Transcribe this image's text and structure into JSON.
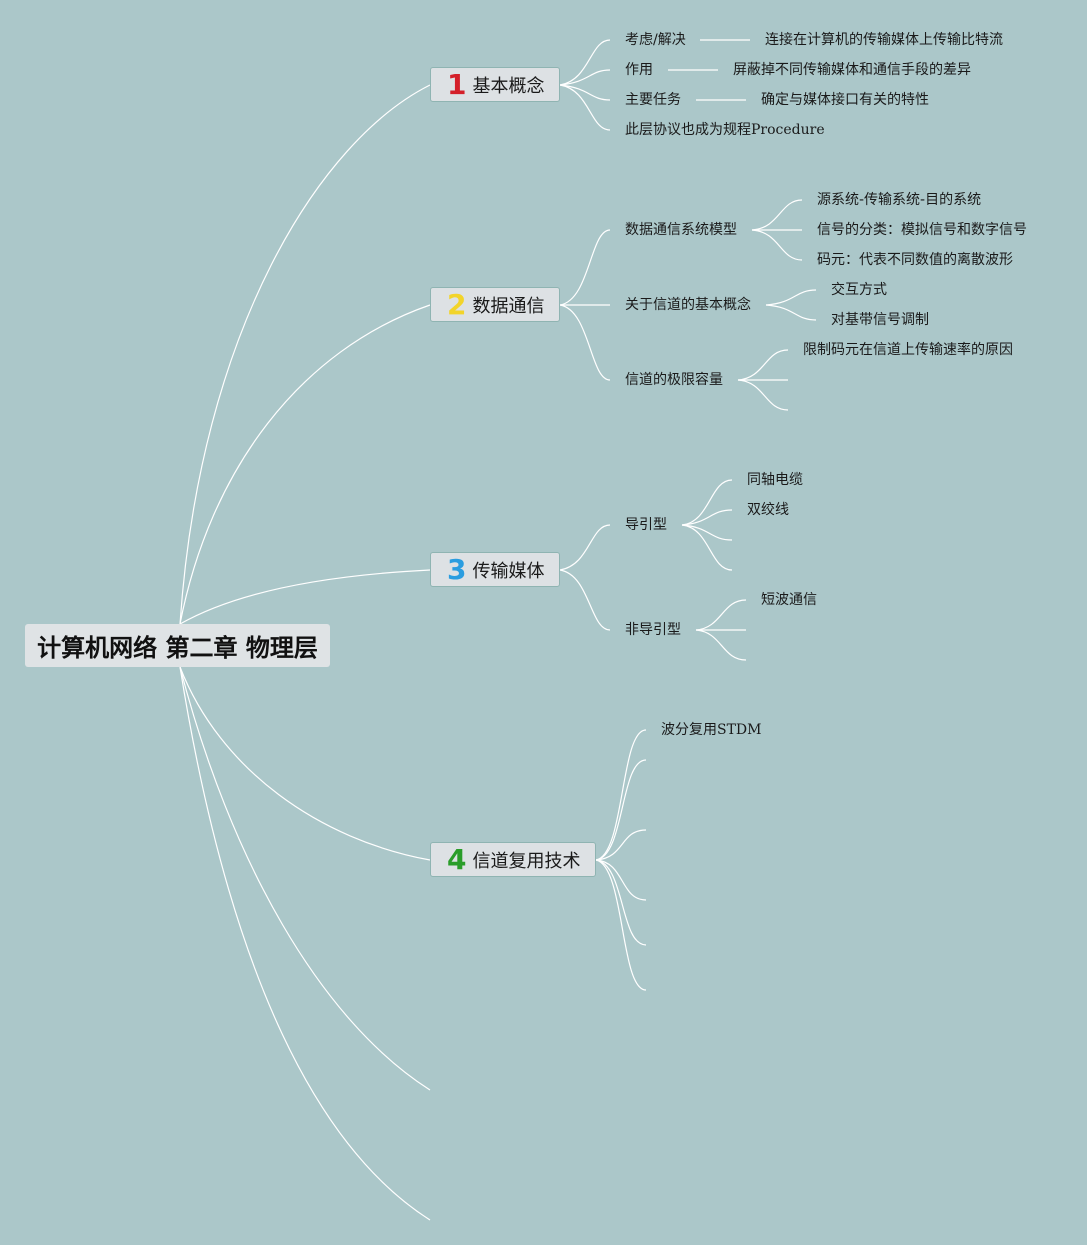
{
  "root": {
    "title": "计算机网络 第二章 物理层"
  },
  "topics": [
    {
      "num": "1",
      "num_color": "#d4202a",
      "label": "基本概念",
      "children": [
        {
          "label": "考虑/解决",
          "detail": "连接在计算机的传输媒体上传输比特流"
        },
        {
          "label": "作用",
          "detail": "屏蔽掉不同传输媒体和通信手段的差异"
        },
        {
          "label": "主要任务",
          "detail": "确定与媒体接口有关的特性"
        },
        {
          "label": "此层协议也成为规程Procedure"
        }
      ]
    },
    {
      "num": "2",
      "num_color": "#f2d42a",
      "label": "数据通信",
      "children": [
        {
          "label": "数据通信系统模型",
          "items": [
            "源系统-传输系统-目的系统",
            "信号的分类：模拟信号和数字信号",
            "码元：代表不同数值的离散波形"
          ]
        },
        {
          "label": "关于信道的基本概念",
          "items": [
            "交互方式",
            "对基带信号调制"
          ]
        },
        {
          "label": "信道的极限容量",
          "items": [
            "限制码元在信道上传输速率的原因"
          ]
        }
      ]
    },
    {
      "num": "3",
      "num_color": "#2a9de0",
      "label": "传输媒体",
      "children": [
        {
          "label": "导引型",
          "items": [
            "同轴电缆",
            "双绞线"
          ]
        },
        {
          "label": "非导引型",
          "items": [
            "短波通信"
          ]
        }
      ]
    },
    {
      "num": "4",
      "num_color": "#2a9d2a",
      "label": "信道复用技术",
      "children": [
        {
          "label": "波分复用STDM"
        }
      ]
    }
  ]
}
